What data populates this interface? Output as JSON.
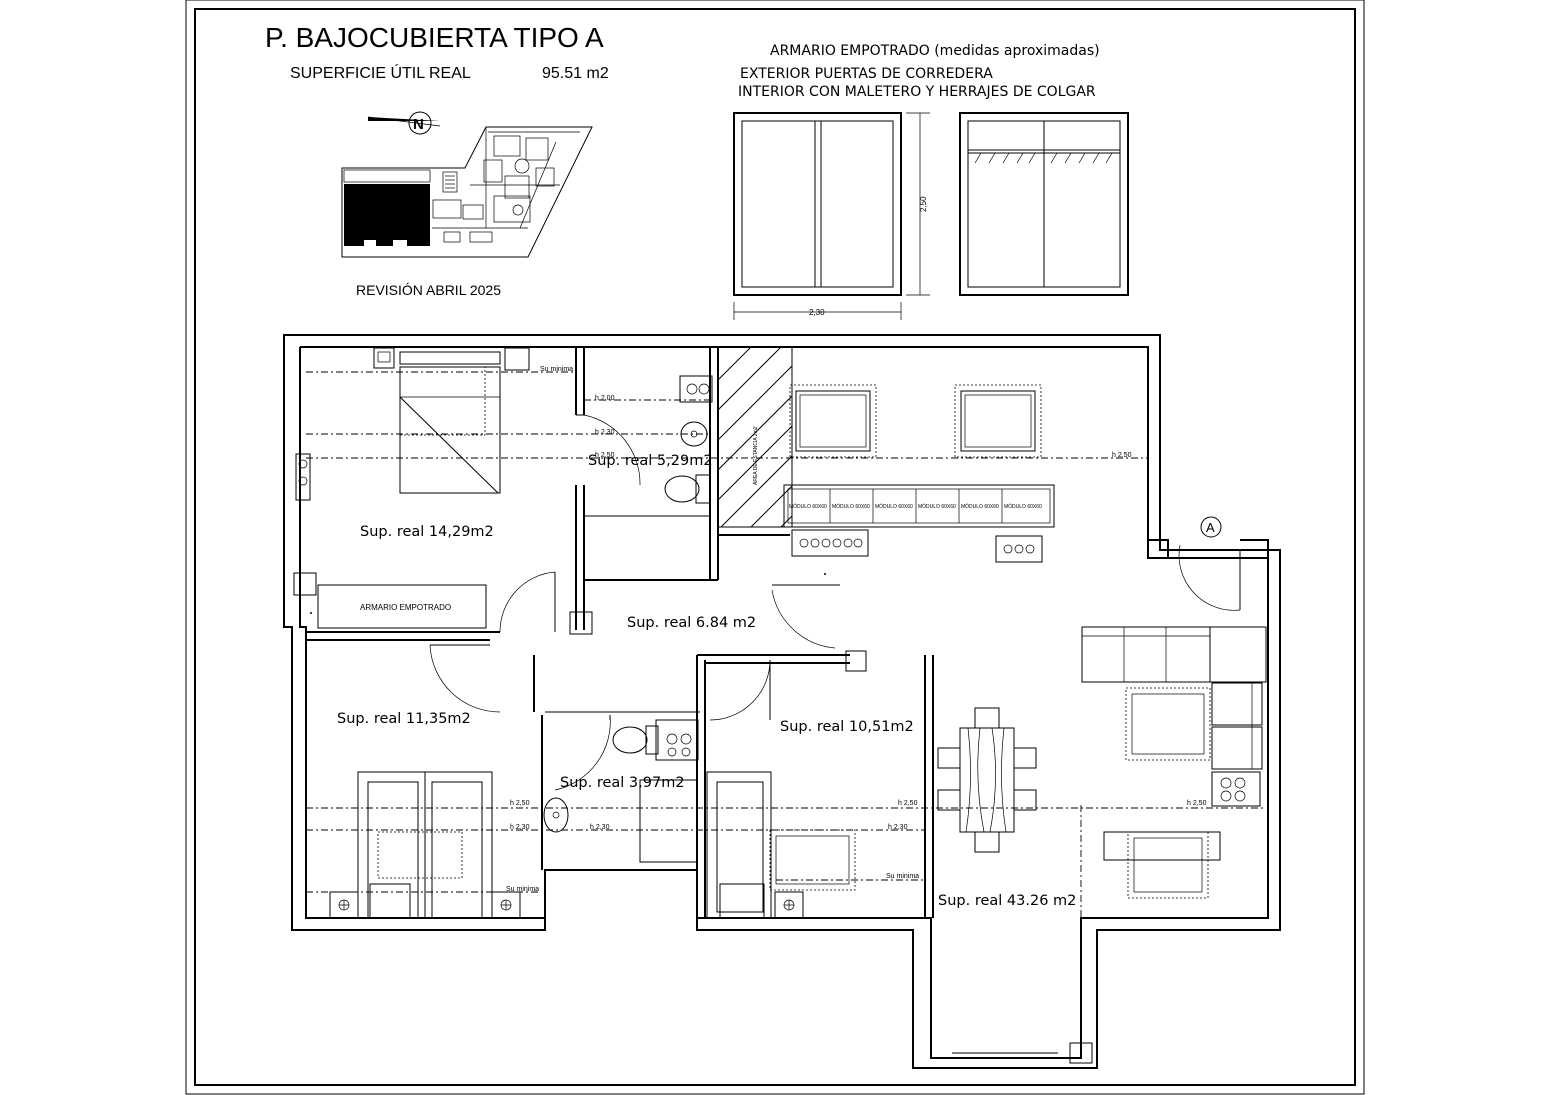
{
  "header": {
    "title": "P. BAJOCUBIERTA TIPO A",
    "surface_label": "SUPERFICIE ÚTIL REAL",
    "surface_value": "95.51 m2",
    "revision": "REVISIÓN ABRIL 2025"
  },
  "wardrobe_note": {
    "line1": "ARMARIO EMPOTRADO (medidas aproximadas)",
    "line2": "EXTERIOR PUERTAS DE CORREDERA",
    "line3": "INTERIOR CON MALETERO Y HERRAJES DE COLGAR",
    "height_dim": "2,50",
    "width_dim": "2,30"
  },
  "rooms": {
    "bedroom1": "Sup. real 14,29m2",
    "bath1": "Sup. real 5,29m2",
    "hall": "Sup. real 6.84 m2",
    "bedroom2": "Sup. real 11,35m2",
    "bath2": "Sup. real 3,97m2",
    "bedroom3": "Sup. real 10,51m2",
    "living": "Sup. real 43.26 m2"
  },
  "labels": {
    "armario": "ARMARIO EMPOTRADO",
    "entry_marker": "A",
    "su_minima": "Su minima",
    "h200": "h 2,00",
    "h230": "h 2,30",
    "h250": "h 2,50",
    "modulo": "MÓDULO 60X60",
    "area_label": "ÁREA DE ESTANCIA 2m2"
  },
  "icons": [
    "north-arrow-icon",
    "entry-marker-icon"
  ]
}
